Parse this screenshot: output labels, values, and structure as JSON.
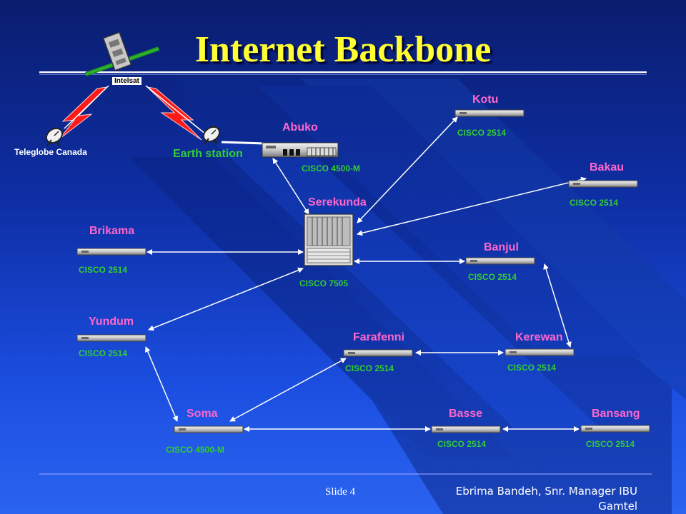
{
  "title": "Internet Backbone",
  "satellite": {
    "label": "Intelsat",
    "icon": "satellite-icon"
  },
  "ground": {
    "teleglobe_label": "Teleglobe Canada",
    "earth_station_label": "Earth station",
    "dish_icon": "satellite-dish-icon"
  },
  "nodes": {
    "abuko": {
      "name": "Abuko",
      "model": "CISCO 4500-M"
    },
    "kotu": {
      "name": "Kotu",
      "model": "CISCO 2514"
    },
    "bakau": {
      "name": "Bakau",
      "model": "CISCO 2514"
    },
    "serekunda": {
      "name": "Serekunda",
      "model": "CISCO 7505"
    },
    "brikama": {
      "name": "Brikama",
      "model": "CISCO 2514"
    },
    "banjul": {
      "name": "Banjul",
      "model": "CISCO 2514"
    },
    "yundum": {
      "name": "Yundum",
      "model": "CISCO 2514"
    },
    "farafenni": {
      "name": "Farafenni",
      "model": "CISCO 2514"
    },
    "kerewan": {
      "name": "Kerewan",
      "model": "CISCO 2514"
    },
    "soma": {
      "name": "Soma",
      "model": "CISCO 4500-M"
    },
    "basse": {
      "name": "Basse",
      "model": "CISCO 2514"
    },
    "bansang": {
      "name": "Bansang",
      "model": "CISCO 2514"
    }
  },
  "footer": {
    "slide": "Slide 4",
    "author_line1": "Ebrima Bandeh, Snr. Manager IBU",
    "author_line2": "Gamtel"
  },
  "colors": {
    "title": "#ffff33",
    "node_name": "#ff66cc",
    "node_model": "#33cc33",
    "link": "#ffffff",
    "lightning": "#ff1a1a"
  }
}
